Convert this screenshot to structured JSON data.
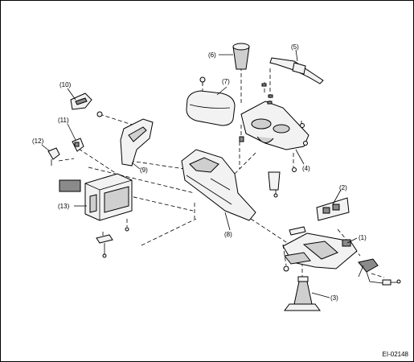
{
  "figure": {
    "code": "EI-02148"
  },
  "callouts": [
    {
      "id": "part-1",
      "label": "(1)"
    },
    {
      "id": "part-2",
      "label": "(2)"
    },
    {
      "id": "part-3",
      "label": "(3)"
    },
    {
      "id": "part-4",
      "label": "(4)"
    },
    {
      "id": "part-5",
      "label": "(5)"
    },
    {
      "id": "part-6",
      "label": "(6)"
    },
    {
      "id": "part-7",
      "label": "(7)"
    },
    {
      "id": "part-8",
      "label": "(8)"
    },
    {
      "id": "part-9",
      "label": "(9)"
    },
    {
      "id": "part-10",
      "label": "(10)"
    },
    {
      "id": "part-11",
      "label": "(11)"
    },
    {
      "id": "part-12",
      "label": "(12)"
    },
    {
      "id": "part-13",
      "label": "(13)"
    }
  ],
  "colors": {
    "line": "#000000",
    "background": "#ffffff"
  }
}
